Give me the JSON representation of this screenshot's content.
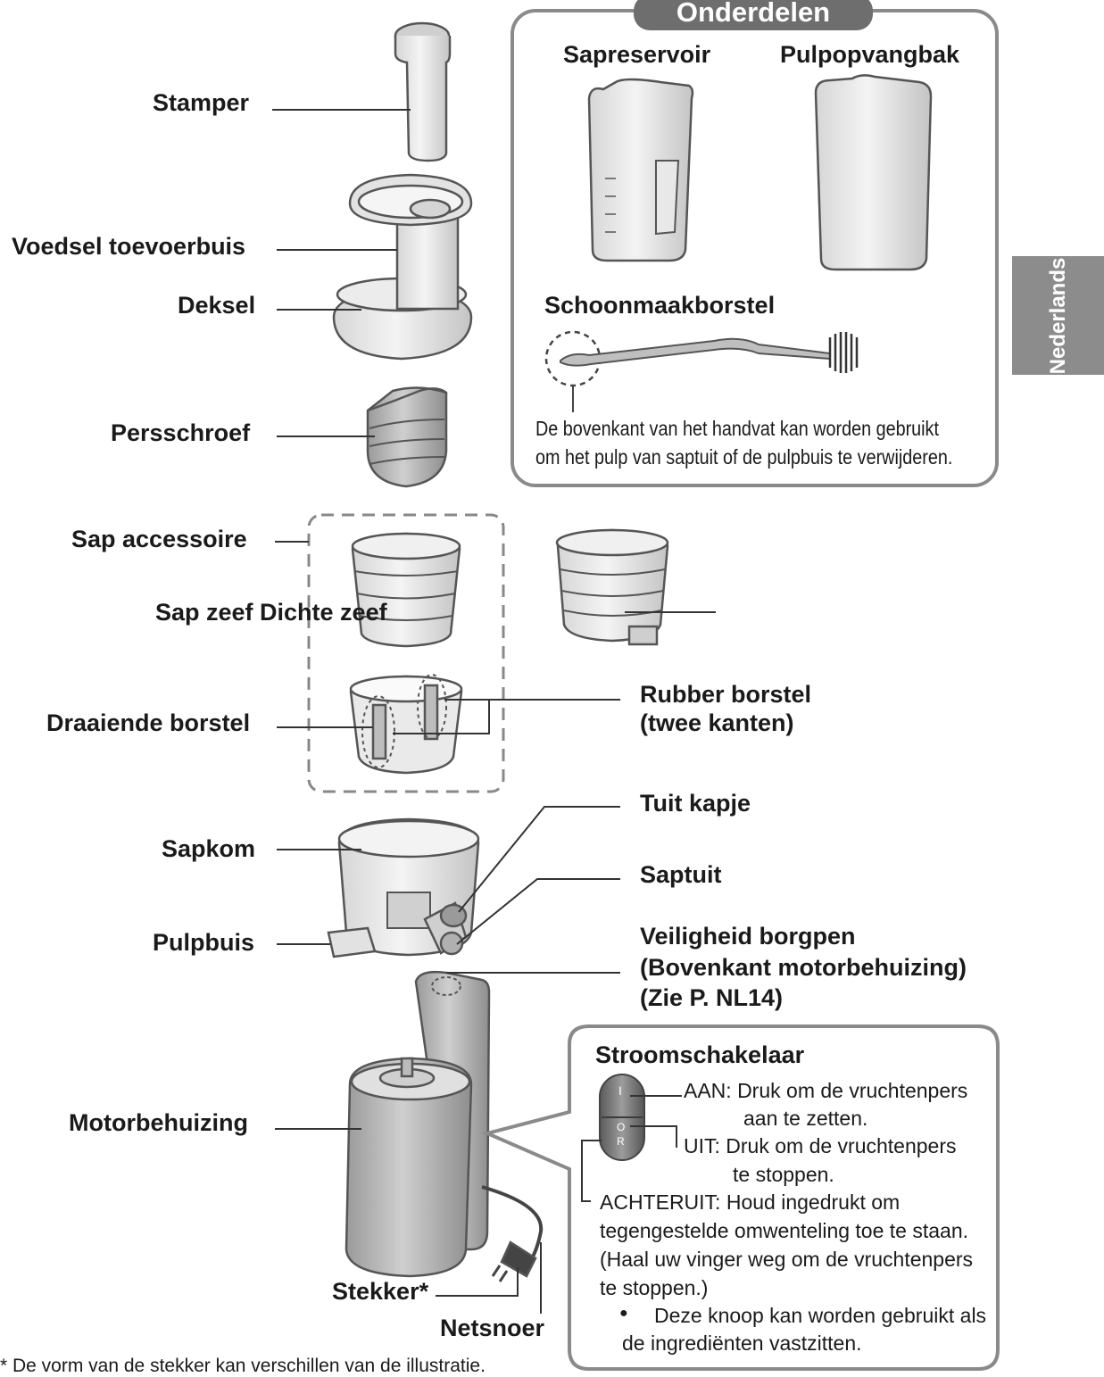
{
  "parts_box": {
    "title": "Onderdelen",
    "juice_jug": "Sapreservoir",
    "pulp_container": "Pulpopvangbak",
    "cleaning_brush": "Schoonmaakborstel",
    "brush_note_line1": "De bovenkant van het handvat kan worden gebruikt",
    "brush_note_line2": "om het pulp van saptuit of de pulpbuis te verwijderen."
  },
  "side_tab": {
    "label": "Nederlands"
  },
  "parts": {
    "stamper": "Stamper",
    "feed_tube": "Voedsel toevoerbuis",
    "lid": "Deksel",
    "screw": "Persschroef",
    "juice_accessory": "Sap accessoire",
    "juice_strainer": "Sap zeef Dichte zeef",
    "rotating_brush": "Draaiende borstel",
    "rubber_brush_line1": "Rubber borstel",
    "rubber_brush_line2": "(twee kanten)",
    "spout_cap": "Tuit kapje",
    "juice_bowl": "Sapkom",
    "juice_spout": "Saptuit",
    "pulp_tube": "Pulpbuis",
    "safety_pin_line1": "Veiligheid borgpen",
    "safety_pin_line2": "(Bovenkant motorbehuizing)",
    "safety_pin_line3": "(Zie P. NL14)",
    "motor_housing": "Motorbehuizing",
    "plug": "Stekker*",
    "power_cord": "Netsnoer"
  },
  "switch_box": {
    "title": "Stroomschakelaar",
    "on_line1": "AAN:  Druk om de vruchtenpers",
    "on_line2": "aan te zetten.",
    "off_line1": "UIT:  Druk om de vruchtenpers",
    "off_line2": "te stoppen.",
    "reverse_line1": "ACHTERUIT: Houd ingedrukt om",
    "reverse_line2": "tegengestelde omwenteling toe te staan.",
    "reverse_line3": "(Haal uw vinger weg om de vruchtenpers",
    "reverse_line4": "te stoppen.)",
    "bullet": "●",
    "note_line1": "Deze knoop kan worden gebruikt als",
    "note_line2": "de ingrediënten vastzitten.",
    "button_on_mark": "I",
    "button_off_mark": "O",
    "button_reverse_mark": "R"
  },
  "footnote": "* De vorm van de stekker kan verschillen van de illustratie."
}
